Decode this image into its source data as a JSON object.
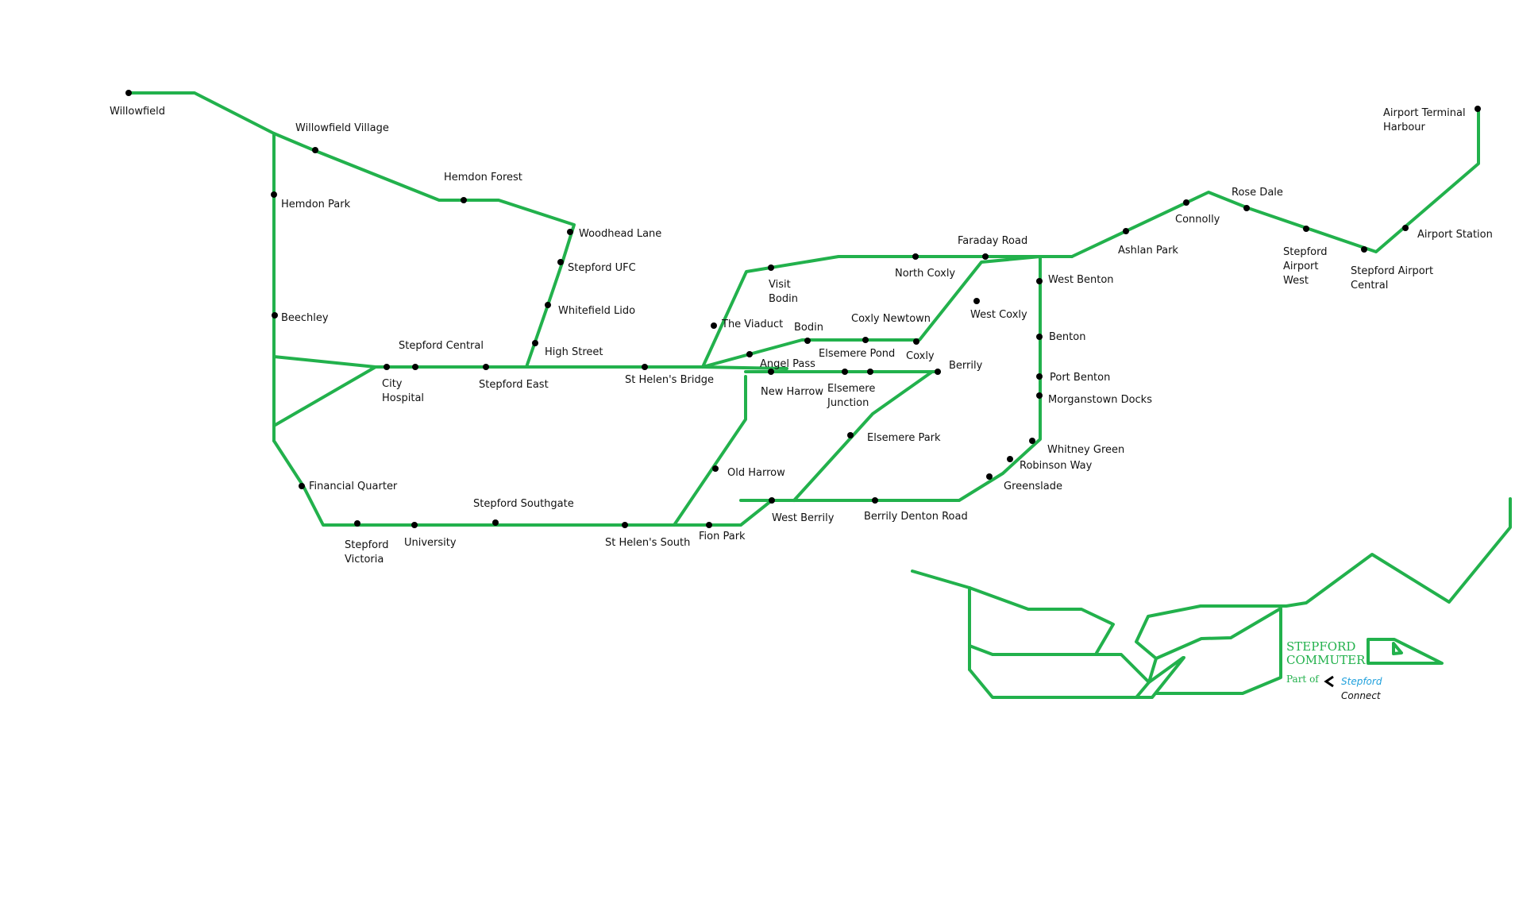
{
  "colors": {
    "line": "#22b14c",
    "station": "#000000",
    "label": "#111111",
    "connect_blue": "#1ea0dc",
    "chevron": "#000000"
  },
  "map": {
    "stations": [
      {
        "id": "willowfield",
        "label": "Willowfield"
      },
      {
        "id": "willowfield-village",
        "label": "Willowfield Village"
      },
      {
        "id": "hemdon-forest",
        "label": "Hemdon Forest"
      },
      {
        "id": "hemdon-park",
        "label": "Hemdon Park"
      },
      {
        "id": "woodhead-lane",
        "label": "Woodhead Lane"
      },
      {
        "id": "stepford-ufc",
        "label": "Stepford UFC"
      },
      {
        "id": "whitefield-lido",
        "label": "Whitefield Lido"
      },
      {
        "id": "beechley",
        "label": "Beechley"
      },
      {
        "id": "high-street",
        "label": "High Street"
      },
      {
        "id": "stepford-central",
        "label": "Stepford Central"
      },
      {
        "id": "city-hospital",
        "label": "City Hospital"
      },
      {
        "id": "stepford-east",
        "label": "Stepford East"
      },
      {
        "id": "st-helens-bridge",
        "label": "St Helen's Bridge"
      },
      {
        "id": "financial-quarter",
        "label": "Financial Quarter"
      },
      {
        "id": "stepford-southgate",
        "label": "Stepford Southgate"
      },
      {
        "id": "stepford-victoria",
        "label": "Stepford Victoria"
      },
      {
        "id": "university",
        "label": "University"
      },
      {
        "id": "st-helens-south",
        "label": "St Helen's South"
      },
      {
        "id": "fion-park",
        "label": "Fion Park"
      },
      {
        "id": "old-harrow",
        "label": "Old Harrow"
      },
      {
        "id": "new-harrow",
        "label": "New Harrow"
      },
      {
        "id": "the-viaduct",
        "label": "The Viaduct"
      },
      {
        "id": "visit-bodin",
        "label": "Visit Bodin"
      },
      {
        "id": "north-coxly",
        "label": "North Coxly"
      },
      {
        "id": "faraday-road",
        "label": "Faraday Road"
      },
      {
        "id": "bodin",
        "label": "Bodin"
      },
      {
        "id": "coxly-newtown",
        "label": "Coxly Newtown"
      },
      {
        "id": "angel-pass",
        "label": "Angel Pass"
      },
      {
        "id": "elsemere-pond",
        "label": "Elsemere Pond"
      },
      {
        "id": "coxly",
        "label": "Coxly"
      },
      {
        "id": "elsemere-junction",
        "label": "Elsemere Junction"
      },
      {
        "id": "berrily",
        "label": "Berrily"
      },
      {
        "id": "elsemere-park",
        "label": "Elsemere Park"
      },
      {
        "id": "west-berrily",
        "label": "West Berrily"
      },
      {
        "id": "berrily-denton-road",
        "label": "Berrily Denton Road"
      },
      {
        "id": "west-coxly",
        "label": "West Coxly"
      },
      {
        "id": "west-benton",
        "label": "West Benton"
      },
      {
        "id": "benton",
        "label": "Benton"
      },
      {
        "id": "port-benton",
        "label": "Port Benton"
      },
      {
        "id": "morganstown-docks",
        "label": "Morganstown Docks"
      },
      {
        "id": "whitney-green",
        "label": "Whitney Green"
      },
      {
        "id": "robinson-way",
        "label": "Robinson Way"
      },
      {
        "id": "greenslade",
        "label": "Greenslade"
      },
      {
        "id": "ashlan-park",
        "label": "Ashlan Park"
      },
      {
        "id": "connolly",
        "label": "Connolly"
      },
      {
        "id": "rose-dale",
        "label": "Rose Dale"
      },
      {
        "id": "stepford-airport-west",
        "label": "Stepford Airport West"
      },
      {
        "id": "stepford-airport-central",
        "label": "Stepford Airport Central"
      },
      {
        "id": "airport-station",
        "label": "Airport Station"
      },
      {
        "id": "airport-terminal-harbour",
        "label": "Airport Terminal Harbour"
      }
    ]
  },
  "logo": {
    "title_line1": "STEPFORD",
    "title_line2": "COMMUTER",
    "part_of": "Part of",
    "connect_line1": "Stepford",
    "connect_line2": "Connect"
  }
}
